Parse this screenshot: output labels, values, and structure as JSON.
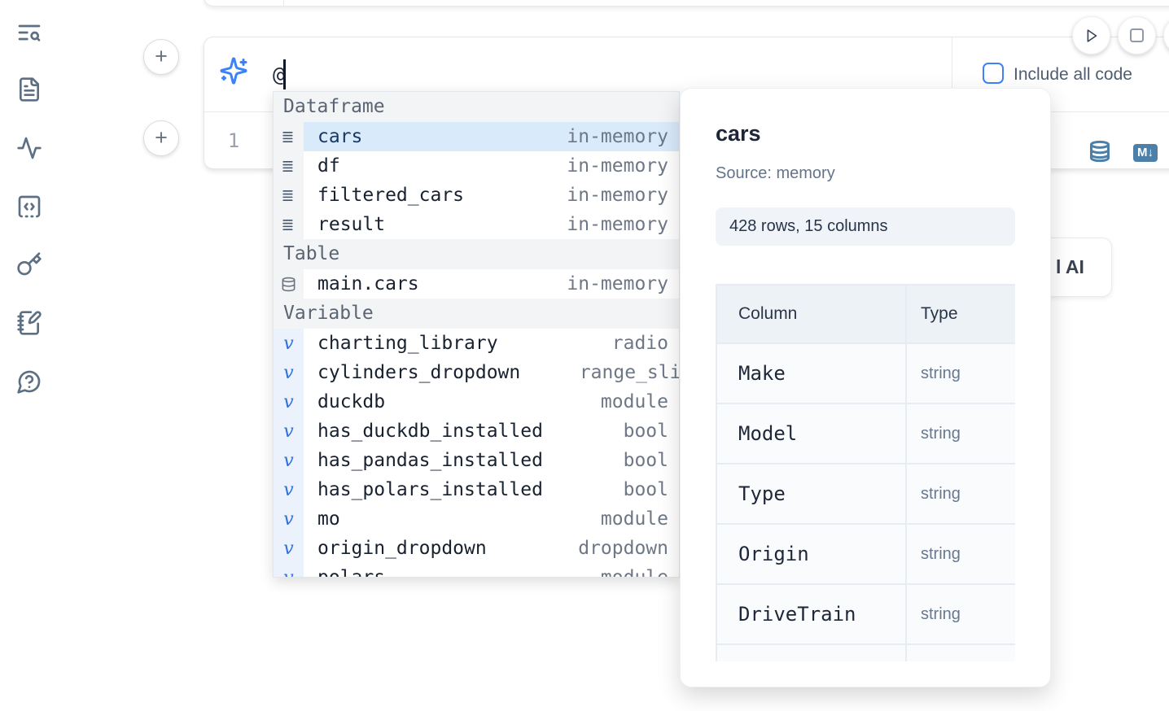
{
  "colors": {
    "accent_blue": "#3b82f6",
    "steel_blue": "#4c80a8",
    "selection_blue": "#d9eafb",
    "section_gray": "#f3f4f6",
    "badge_bg": "#f0f4f9"
  },
  "sidebar": {
    "icons": [
      "text-search",
      "file-text",
      "activity",
      "code-snippet",
      "key",
      "notebook-pen",
      "help-chat"
    ]
  },
  "ai_cell": {
    "prompt_value": "@",
    "line_number": "1",
    "include_all_code_label": "Include all code"
  },
  "ai_button": {
    "visible_label": "l AI"
  },
  "completion": {
    "sections": [
      {
        "label": "Dataframe",
        "items": [
          {
            "label": "cars",
            "detail": "in-memory",
            "icon": "dataframe-icon",
            "selected": true
          },
          {
            "label": "df",
            "detail": "in-memory",
            "icon": "dataframe-icon",
            "selected": false
          },
          {
            "label": "filtered_cars",
            "detail": "in-memory",
            "icon": "dataframe-icon",
            "selected": false
          },
          {
            "label": "result",
            "detail": "in-memory",
            "icon": "dataframe-icon",
            "selected": false
          }
        ]
      },
      {
        "label": "Table",
        "items": [
          {
            "label": "main.cars",
            "detail": "in-memory",
            "icon": "database-icon",
            "selected": false
          }
        ]
      },
      {
        "label": "Variable",
        "items": [
          {
            "label": "charting_library",
            "detail": "radio",
            "icon": "variable-icon",
            "selected": false
          },
          {
            "label": "cylinders_dropdown",
            "detail": "range_slider",
            "icon": "variable-icon",
            "selected": false
          },
          {
            "label": "duckdb",
            "detail": "module",
            "icon": "variable-icon",
            "selected": false
          },
          {
            "label": "has_duckdb_installed",
            "detail": "bool",
            "icon": "variable-icon",
            "selected": false
          },
          {
            "label": "has_pandas_installed",
            "detail": "bool",
            "icon": "variable-icon",
            "selected": false
          },
          {
            "label": "has_polars_installed",
            "detail": "bool",
            "icon": "variable-icon",
            "selected": false
          },
          {
            "label": "mo",
            "detail": "module",
            "icon": "variable-icon",
            "selected": false
          },
          {
            "label": "origin_dropdown",
            "detail": "dropdown",
            "icon": "variable-icon",
            "selected": false
          },
          {
            "label": "polars",
            "detail": "module",
            "icon": "variable-icon",
            "selected": false,
            "partial": true
          }
        ]
      }
    ]
  },
  "preview": {
    "title": "cars",
    "source": "Source: memory",
    "shape_badge": "428 rows, 15 columns",
    "table": {
      "headers": [
        "Column",
        "Type"
      ],
      "rows": [
        [
          "Make",
          "string"
        ],
        [
          "Model",
          "string"
        ],
        [
          "Type",
          "string"
        ],
        [
          "Origin",
          "string"
        ],
        [
          "DriveTrain",
          "string"
        ],
        [
          "",
          ""
        ]
      ]
    }
  }
}
